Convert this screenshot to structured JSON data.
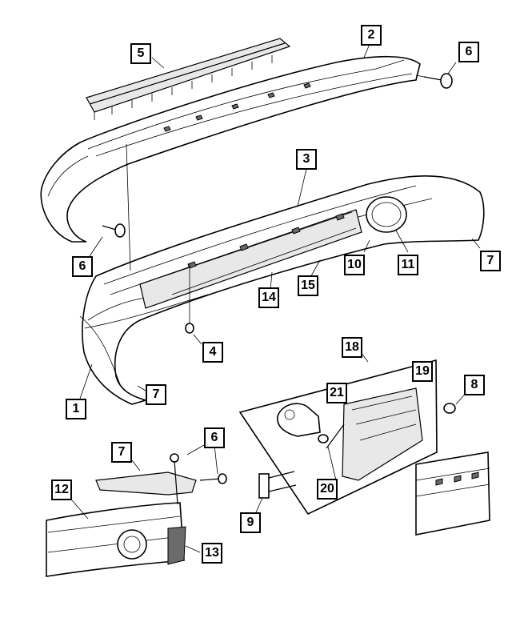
{
  "diagram": {
    "callouts": [
      {
        "id": "c1",
        "label": "1"
      },
      {
        "id": "c2",
        "label": "2"
      },
      {
        "id": "c3",
        "label": "3"
      },
      {
        "id": "c4",
        "label": "4"
      },
      {
        "id": "c5",
        "label": "5"
      },
      {
        "id": "c6a",
        "label": "6"
      },
      {
        "id": "c6b",
        "label": "6"
      },
      {
        "id": "c6c",
        "label": "6"
      },
      {
        "id": "c7a",
        "label": "7"
      },
      {
        "id": "c7b",
        "label": "7"
      },
      {
        "id": "c7c",
        "label": "7"
      },
      {
        "id": "c8",
        "label": "8"
      },
      {
        "id": "c9",
        "label": "9"
      },
      {
        "id": "c10",
        "label": "10"
      },
      {
        "id": "c11",
        "label": "11"
      },
      {
        "id": "c12",
        "label": "12"
      },
      {
        "id": "c13",
        "label": "13"
      },
      {
        "id": "c14",
        "label": "14"
      },
      {
        "id": "c15",
        "label": "15"
      },
      {
        "id": "c18",
        "label": "18"
      },
      {
        "id": "c19",
        "label": "19"
      },
      {
        "id": "c20",
        "label": "20"
      },
      {
        "id": "c21",
        "label": "21"
      }
    ],
    "colors": {
      "line": "#000000",
      "background": "#ffffff",
      "fill_light": "#e8e8e8",
      "fill_dark": "#6b6b6b"
    }
  }
}
